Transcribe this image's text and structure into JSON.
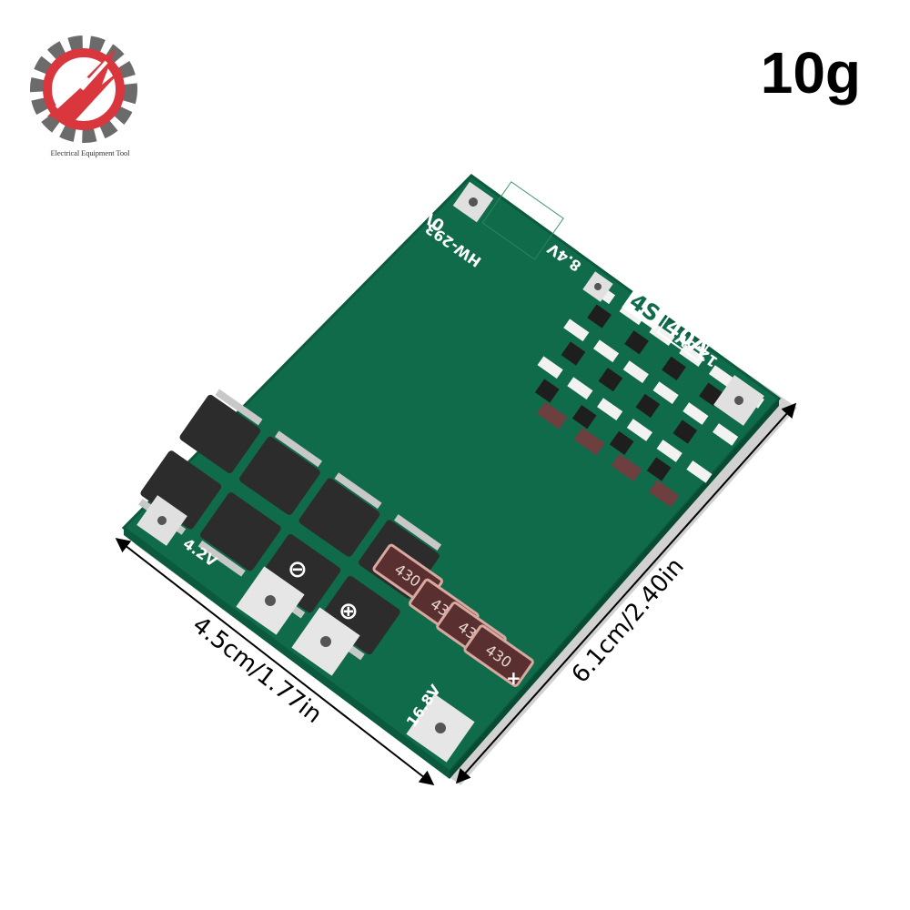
{
  "logo": {
    "icon": "gear-lightning-logo-icon",
    "caption": "Electrical Equipment Tool"
  },
  "product": {
    "weight": "10g",
    "width_label": "4.5cm/1.77in",
    "length_label": "6.1cm/2.40in"
  },
  "board": {
    "model": "HW-293",
    "cells": "4S",
    "current": "40A",
    "terminals": [
      "0V",
      "4.2V",
      "8.4V",
      "12.6V",
      "16.8V"
    ],
    "resistor_code": "430",
    "minus_symbol": "⊖",
    "plus_symbol": "⊕",
    "plus_mark": "+"
  },
  "colors": {
    "pcb": "#0f6b4a",
    "pcb_dark": "#0b5a3d",
    "mosfet": "#2c2c2c",
    "resistor": "#5a2f2f",
    "pad": "#d9d9d9",
    "logo_red": "#d9363e",
    "logo_gray": "#6b6b6b"
  }
}
